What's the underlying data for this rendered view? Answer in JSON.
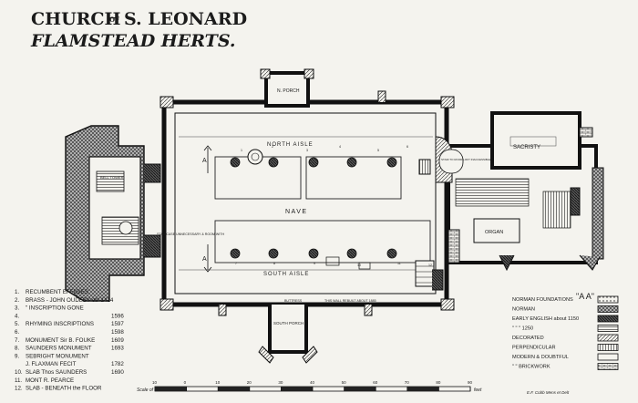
{
  "title": {
    "line1_main": "CHURCH",
    "line1_of": "OF",
    "line1_name": "S. LEONARD",
    "line2": "FLAMSTEAD HERTS."
  },
  "plan_labels": {
    "north_porch": "N. PORCH",
    "north_aisle": "NORTH AISLE",
    "nave": "NAVE",
    "south_aisle": "SOUTH AISLE",
    "south_porch": "SOUTH PORCH",
    "sacristy": "SACRISTY",
    "organ": "ORGAN",
    "section_mark": "A",
    "rood_stair": "STAIR TO ROOD LOFT INACCESSIBLE",
    "tower_label": "BELL TOWER",
    "staircase_note": "STAIRCASE UNNECESSARY & ROOM WITH",
    "wall_note": "THIS WALL REBUILT ABOUT 1885",
    "buttress_note": "BUTTRESS",
    "monument_marks": [
      "1",
      "2",
      "3",
      "4",
      "5",
      "6",
      "7",
      "8",
      "9",
      "10",
      "11",
      "12"
    ]
  },
  "key": [
    {
      "num": "1.",
      "text": "RECUMBENT EFFIGIES",
      "year": ""
    },
    {
      "num": "2.",
      "text": "BRASS - JOHN OUDEBY ob' 1414",
      "year": ""
    },
    {
      "num": "3.",
      "text": "\" INSCRIPTION GONE",
      "year": ""
    },
    {
      "num": "4.",
      "text": "",
      "year": "1596"
    },
    {
      "num": "5.",
      "text": "RHYMING INSCRIPTIONS",
      "year": "1597"
    },
    {
      "num": "6.",
      "text": "",
      "year": "1598"
    },
    {
      "num": "7.",
      "text": "MONUMENT  Sir B. FOUKE",
      "year": "1609"
    },
    {
      "num": "8.",
      "text": "SAUNDERS MONUMENT",
      "year": "1693"
    },
    {
      "num": "9.",
      "text": "SEBRIGHT MONUMENT",
      "year": ""
    },
    {
      "num": "",
      "text": "J. FLAXMAN  FECIT",
      "year": "1782"
    },
    {
      "num": "10.",
      "text": "SLAB  Thos SAUNDERS",
      "year": "1690"
    },
    {
      "num": "11.",
      "text": "MONT  R. PEARCE",
      "year": ""
    },
    {
      "num": "12.",
      "text": "SLAB - BENEATH the FLOOR",
      "year": ""
    }
  ],
  "legend": {
    "heading": "\"A A\"",
    "items": [
      {
        "label": "NORMAN FOUNDATIONS",
        "pattern": "dots"
      },
      {
        "label": "NORMAN",
        "pattern": "cross"
      },
      {
        "label": "EARLY ENGLISH about 1150",
        "pattern": "dense"
      },
      {
        "label": "\" \" \" 1250",
        "pattern": "hatch"
      },
      {
        "label": "DECORATED",
        "pattern": "diag"
      },
      {
        "label": "PERPENDICULAR",
        "pattern": "vert"
      },
      {
        "label": "MODERN & DOUBTFUL",
        "pattern": "blank"
      },
      {
        "label": "\" \" BRICKWORK",
        "pattern": "brick"
      }
    ]
  },
  "scale": {
    "label": "Scale of",
    "ticks": [
      "10",
      "0",
      "10",
      "20",
      "30",
      "40",
      "50",
      "60",
      "70",
      "80",
      "90"
    ],
    "unit": "feet"
  },
  "credit": "E.F. Cobb   Mens et Delt"
}
